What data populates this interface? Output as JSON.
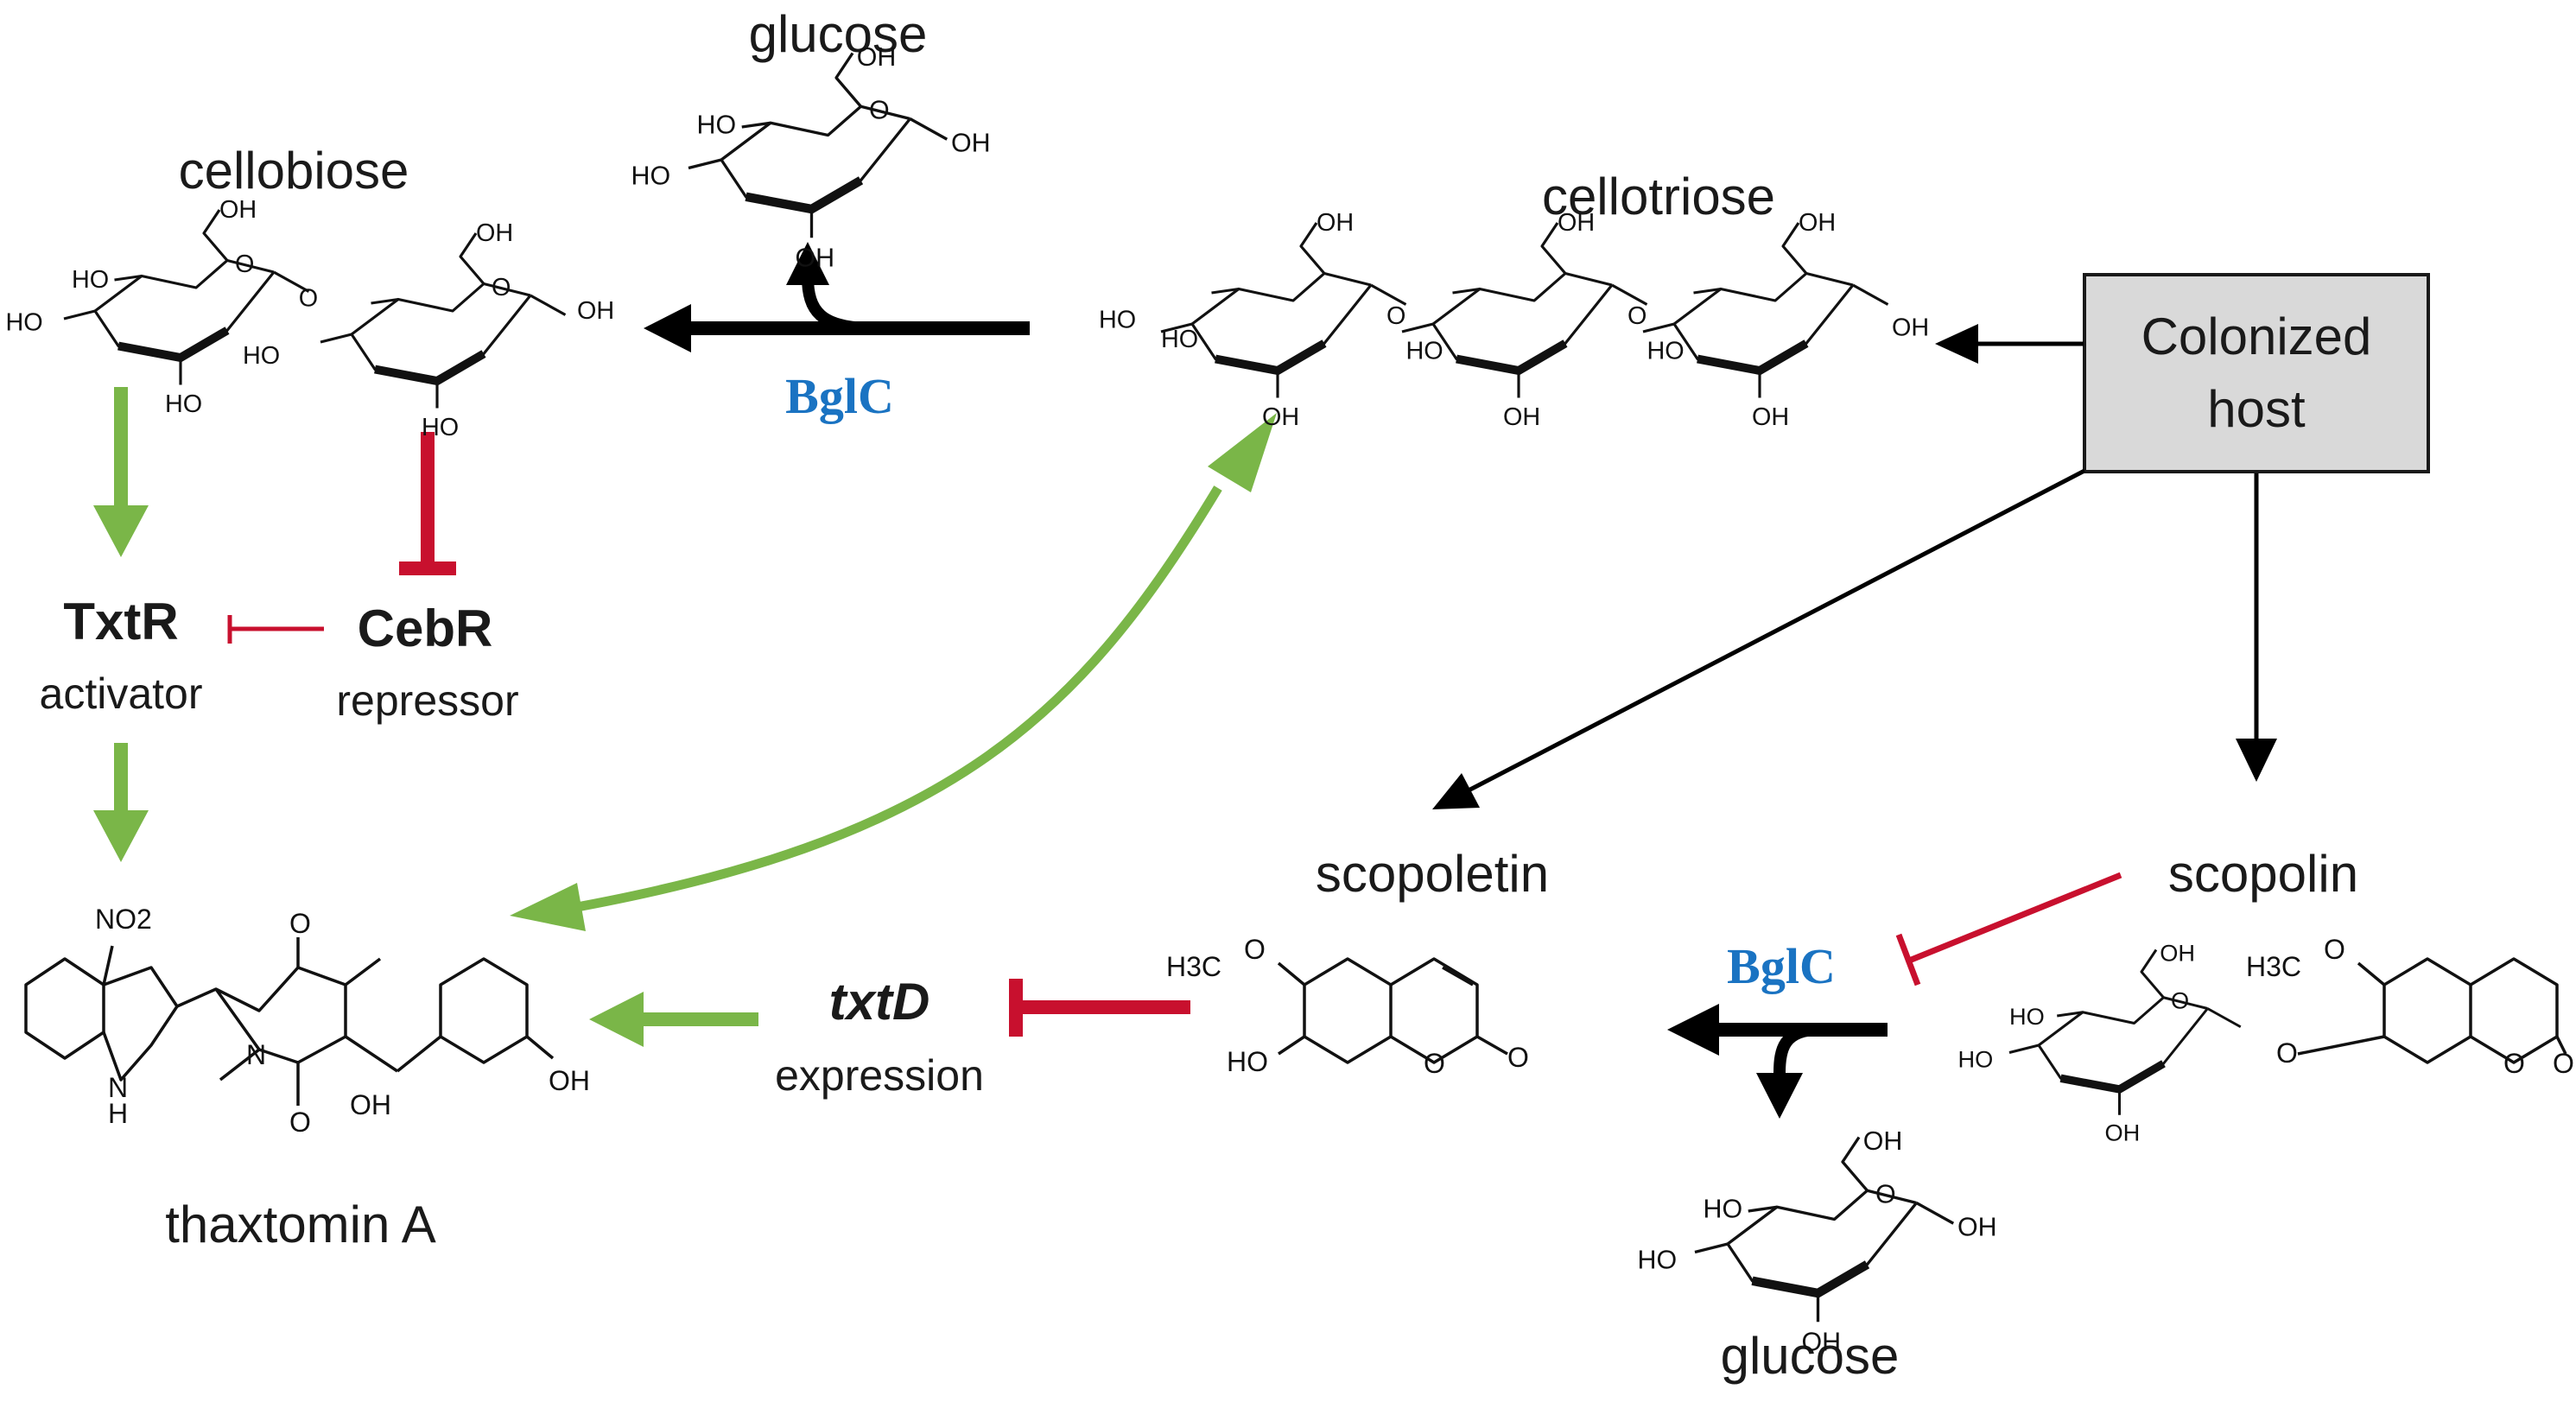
{
  "labels": {
    "glucose_top": "glucose",
    "cellobiose": "cellobiose",
    "cellotriose": "cellotriose",
    "bglc_top": "BglC",
    "txtr": "TxtR",
    "activator": "activator",
    "cebr": "CebR",
    "repressor": "repressor",
    "colonized_host_line1": "Colonized",
    "colonized_host_line2": "host",
    "scopoletin": "scopoletin",
    "scopolin": "scopolin",
    "bglc_bottom": "BglC",
    "txtd": "txtD",
    "expression": "expression",
    "thaxtomin": "thaxtomin A",
    "glucose_bottom": "glucose"
  },
  "atoms": {
    "oh": "OH",
    "ho": "HO",
    "o": "O",
    "no2": "NO2",
    "n": "N",
    "nh": "H",
    "h3c": "H3C"
  },
  "colors": {
    "activation_green": "#7ab648",
    "repression_red": "#c8102e",
    "enzyme_blue": "#1a73c2",
    "host_box_fill": "#d9d9d9",
    "arrow_black": "#000000"
  }
}
